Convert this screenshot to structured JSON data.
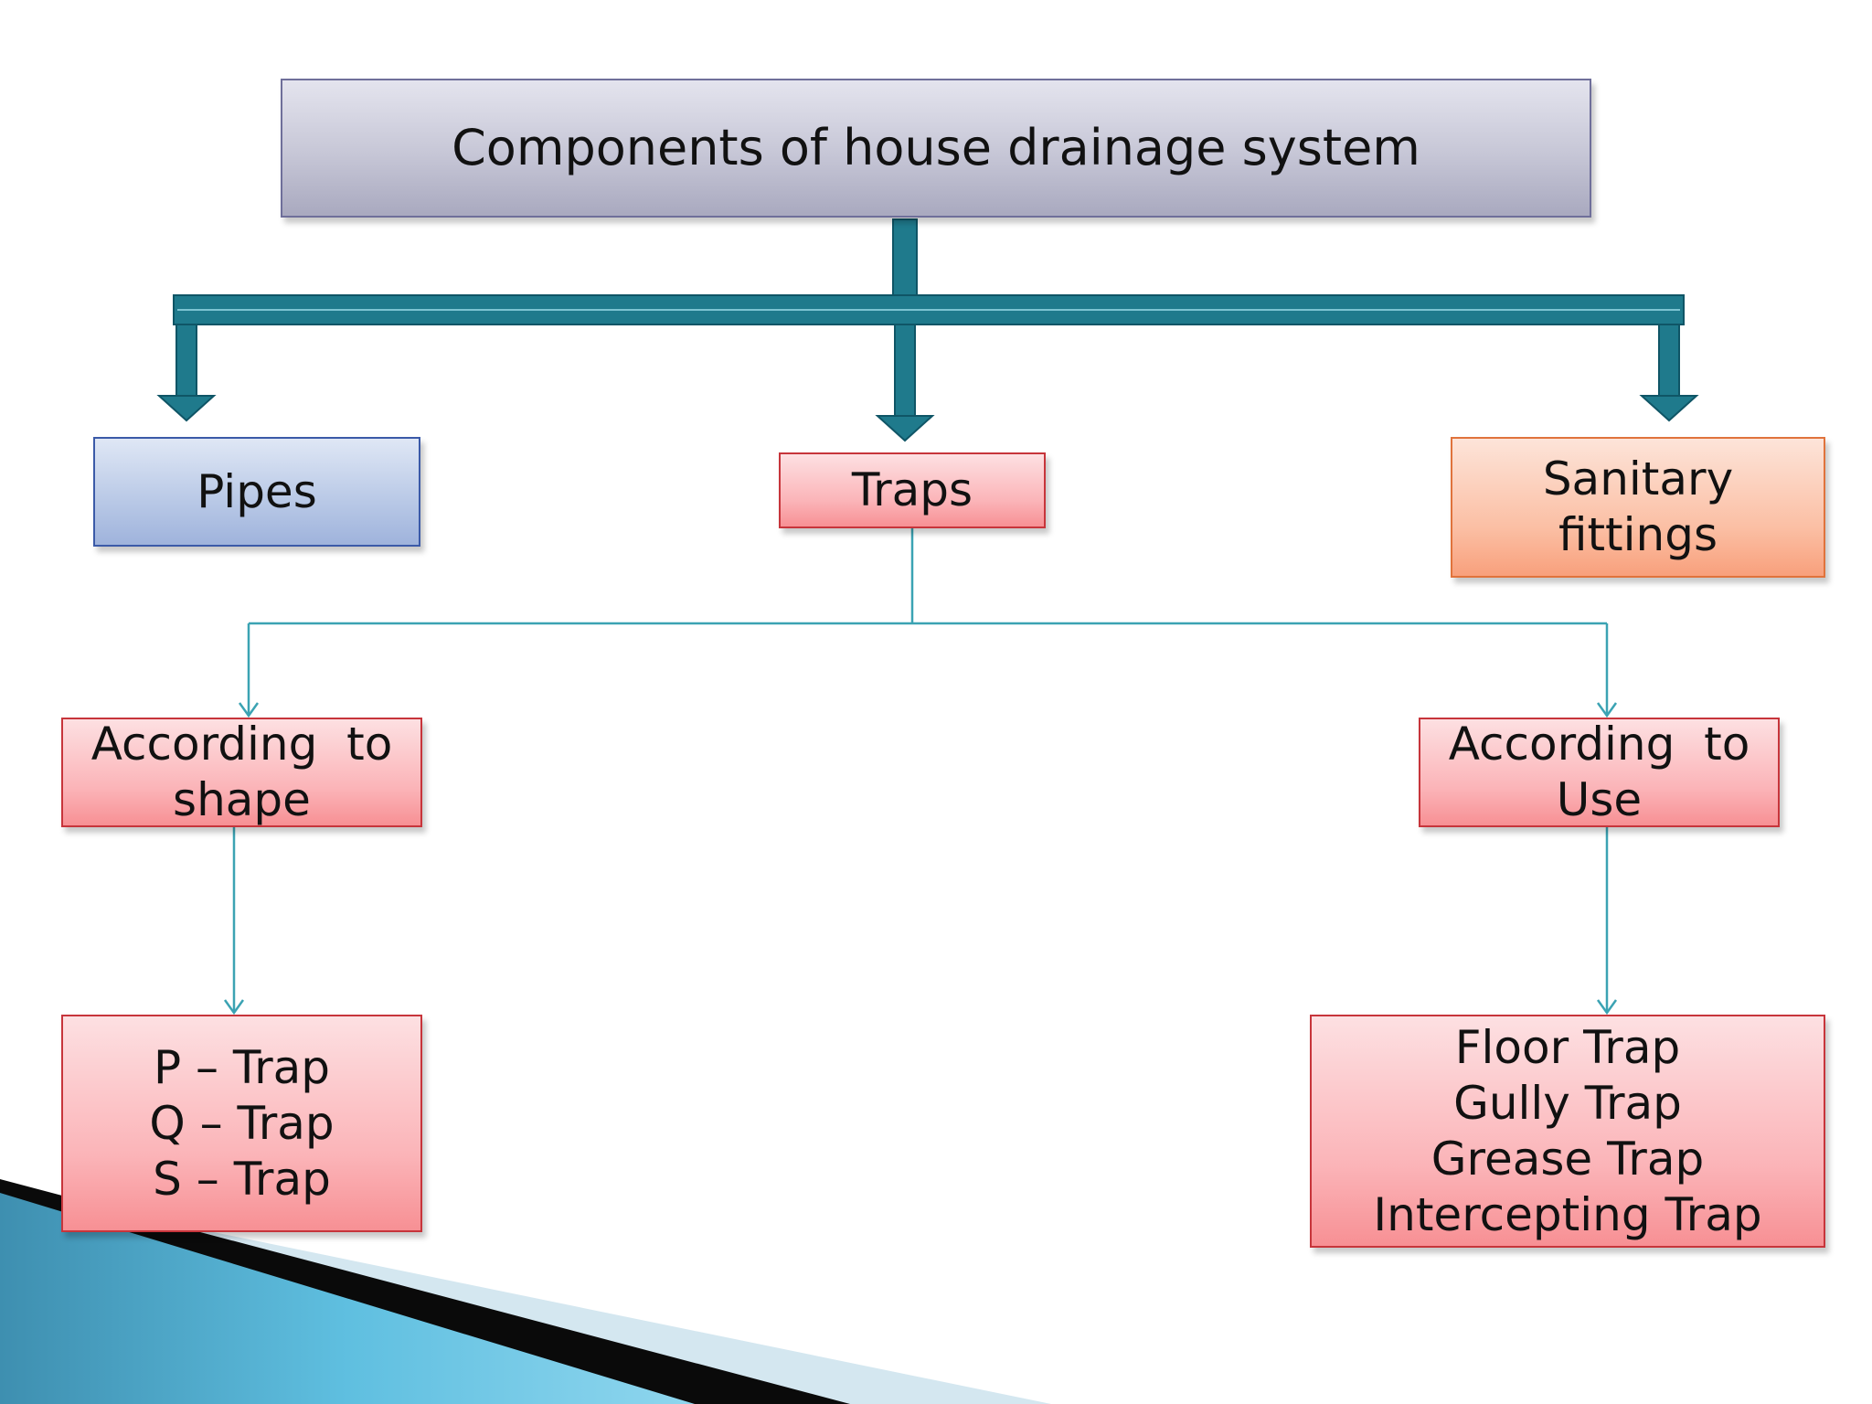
{
  "diagram": {
    "title": "Components of house drainage system",
    "components": {
      "pipes": "Pipes",
      "traps": "Traps",
      "sanitary": [
        "Sanitary",
        "fittings"
      ]
    },
    "trap_categories": {
      "shape": [
        "According  to",
        "shape"
      ],
      "use": [
        "According  to",
        "Use"
      ]
    },
    "trap_types": {
      "by_shape": [
        "P – Trap",
        "Q – Trap",
        "S – Trap"
      ],
      "by_use": [
        "Floor Trap",
        "Gully Trap",
        "Grease Trap",
        "Intercepting Trap"
      ]
    }
  },
  "colors": {
    "connector_teal": "#1f7a8c",
    "thin_line": "#3ba3b3",
    "box_red": "#fbb4b8",
    "box_blue": "#b8c8e6",
    "box_orange": "#fbbfa4",
    "decor_teal": "#3aa9c9"
  }
}
